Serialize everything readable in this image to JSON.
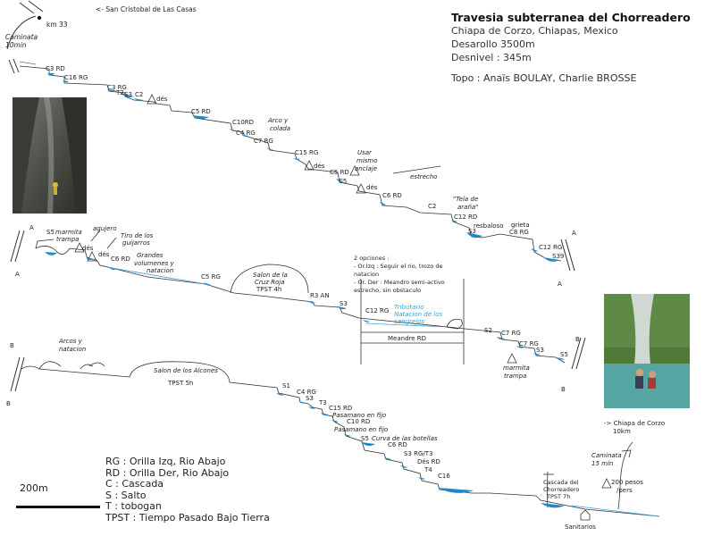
{
  "header": {
    "title": "Travesia subterranea del Chorreadero",
    "location": "Chiapa de Corzo, Chiapas, Mexico",
    "development": "Desarollo  3500m",
    "depth": "Desnivel : 345m",
    "authors": "Topo : Anaïs BOULAY, Charlie BROSSE"
  },
  "legend": [
    "RG : Orilla Izq, Rio Abajo",
    "RD : Orilla Der, Rio Abajo",
    "C : Cascada",
    "S : Salto",
    "T : tobogan",
    "TPST : Tiempo Pasado Bajo Tierra"
  ],
  "scale": {
    "label": "200m"
  },
  "markers": {
    "A": "A",
    "B": "B"
  },
  "labels": {
    "to_san_cristobal": "<- San Cristobal de Las Casas",
    "km33": "km 33",
    "walk_in_1": "Caminata",
    "walk_in_2": "10min",
    "c3rd": "C3 RD",
    "c16rg": "C16 RG",
    "c3rg": "C3 RG",
    "t2": "T2",
    "s3": "S3",
    "c2": "C2",
    "des": "dés",
    "c5rd": "C5 RD",
    "c10rd": "C10RD",
    "arco1": "Arco y",
    "arco2": "colada",
    "c4rg": "C4 RG",
    "c7rg": "C7 RG",
    "c15rg": "C15 RG",
    "usar1": "Usar",
    "usar2": "mismo",
    "usar3": "anclaje",
    "c5rd2": "C5 RD",
    "c5": "C5",
    "estrecho": "estrecho",
    "c6rd": "C6 RD",
    "tela1": "\"Tela de",
    "tela2": "araña\"",
    "c2b": "C2",
    "c12rd": "C12 RD",
    "resbaloso": "resbaloso",
    "grieta": "grieta",
    "s3b": "S3",
    "c8rg": "C8 RG",
    "c12rg": "C12 RG",
    "s39": "S39",
    "s5": "S5",
    "marmita1": "marmita",
    "trampa": "trampa",
    "agujero": "agujero",
    "tiro1": "Tiro de los",
    "tiro2": "guijarros",
    "c6rd2": "C6 RD",
    "grandes1": "Grandes",
    "grandes2": "volumenes y",
    "grandes3": "natacion",
    "c5rg": "C5 RG",
    "salon_cruz1": "Salon de la",
    "salon_cruz2": "Cruz Roja",
    "salon_cruz3": "TPST 4h",
    "r3an": "R3 AN",
    "s3c": "S3",
    "opciones1": "2 opciones :",
    "opciones2": "- Or.Izq : Seguir el rio, trozo de",
    "opciones3": "natacion",
    "opciones4": "- Or. Der : Meandro semi-activo",
    "opciones5": "estrecho, sin obstaculo",
    "c12rg2": "C12 RG",
    "tributario1": "Tributario",
    "tributario2": "Natacion de los",
    "tributario3": "cangrejos",
    "meandro": "Meandre RD",
    "s2": "S2",
    "c7rg2": "C7 RG",
    "c7rg3": "C7 RG",
    "s3d": "S3",
    "s5b": "S5",
    "marmita2": "marmita",
    "trampa2": "trampa",
    "arcos1": "Arcos y",
    "arcos2": "natacion",
    "salon_alcones1": "Salon de los Alcones",
    "salon_alcones2": "TPST 5h",
    "s1": "S1",
    "c4rg2": "C4 RG",
    "s3e": "S3",
    "t3": "T3",
    "c15rd": "C15 RD",
    "pasamano1": "Pasamano en fijo",
    "c10rd2": "C10 RD",
    "pasamano2": "Pasamano en fijo",
    "s5c": "S5",
    "curva": "Curva de las botellas",
    "c6rd3": "C6 RD",
    "s3rgt3": "S3 RG/T3",
    "desrd": "Dés RD",
    "t4": "T4",
    "c16": "C16",
    "cascada1": "Cascada del",
    "cascada2": "Chorreadero",
    "cascada3": "TPST 7h",
    "pesos1": "200 pesos",
    "pesos2": "/pers",
    "camin1": "Caminata",
    "camin2": "15 min",
    "sanitarios": "Sanitarios",
    "to_chiapa1": "-> Chiapa de Corzo",
    "to_chiapa2": "10km"
  },
  "colors": {
    "water": "#1e88c8",
    "tributary": "#3aa0d8",
    "line": "#333333"
  }
}
